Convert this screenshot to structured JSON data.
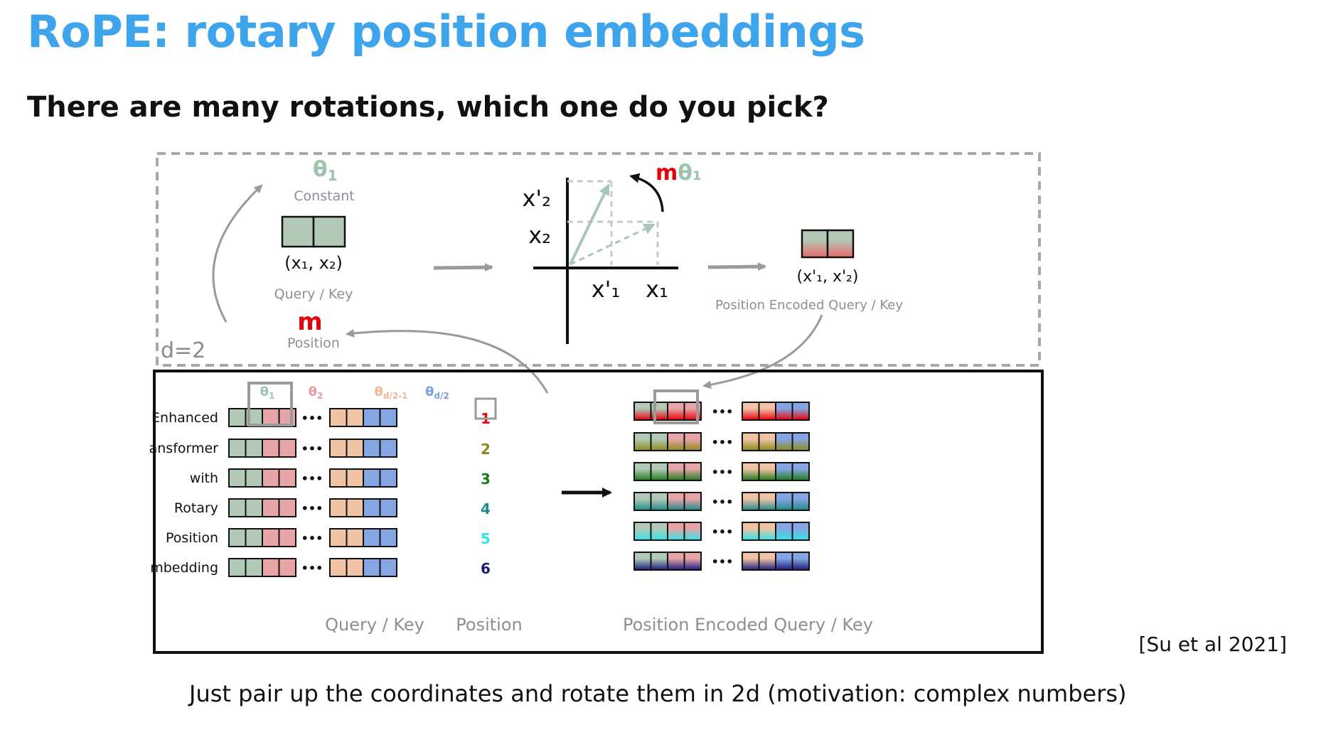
{
  "slide": {
    "title": "RoPE: rotary position embeddings",
    "subtitle": "There are many rotations, which one do you pick?",
    "citation": "[Su et al 2021]",
    "caption": "Just pair up the coordinates and rotate them in 2d (motivation: complex numbers)"
  },
  "top_panel": {
    "theta_sym": "θ",
    "theta_sub": "1",
    "constant_label": "Constant",
    "pair_label": "(x₁, x₂)",
    "query_key_label": "Query / Key",
    "m_label": "m",
    "position_label": "Position",
    "d_label": "d=2",
    "axis_x2_prime": "x'₂",
    "axis_x2": "x₂",
    "axis_x1_prime": "x'₁",
    "axis_x1": "x₁",
    "rotation_m": "m",
    "rotation_theta": "θ₁",
    "rotated_pair_label": "(x'₁, x'₂)",
    "encoded_label": "Position Encoded Query / Key"
  },
  "bottom_panel": {
    "side_words": [
      "Enhanced",
      "Transformer",
      "with",
      "Rotary",
      "Position",
      "Embedding"
    ],
    "theta_labels": [
      {
        "sym": "θ",
        "sub": "1",
        "color": "#9ec3ae"
      },
      {
        "sym": "θ",
        "sub": "2",
        "color": "#e89a9f"
      },
      {
        "sym": "θ",
        "sub": "d/2-1",
        "color": "#f0b996"
      },
      {
        "sym": "θ",
        "sub": "d/2",
        "color": "#7e9ee0"
      }
    ],
    "ellipsis": "•••",
    "positions": [
      "1",
      "2",
      "3",
      "4",
      "5",
      "6"
    ],
    "position_colors": [
      "#e8000b",
      "#8a8a1a",
      "#1a7a1a",
      "#1f8a8a",
      "#2ee5e8",
      "#1a1a7a"
    ],
    "query_key_label": "Query / Key",
    "position_label": "Position",
    "encoded_label": "Position Encoded Query / Key"
  },
  "colors": {
    "title": "#3ea5ec",
    "q_green": "#b3c9b8",
    "q_pink": "#e8a5a8",
    "q_peach": "#f0c3a5",
    "q_blue": "#86a6e3",
    "label_gray": "#8a8f98",
    "red": "#e8000b"
  },
  "icons": {
    "rotation_arrow": "curved-arrow-icon",
    "flow_arrow": "right-arrow-icon"
  }
}
